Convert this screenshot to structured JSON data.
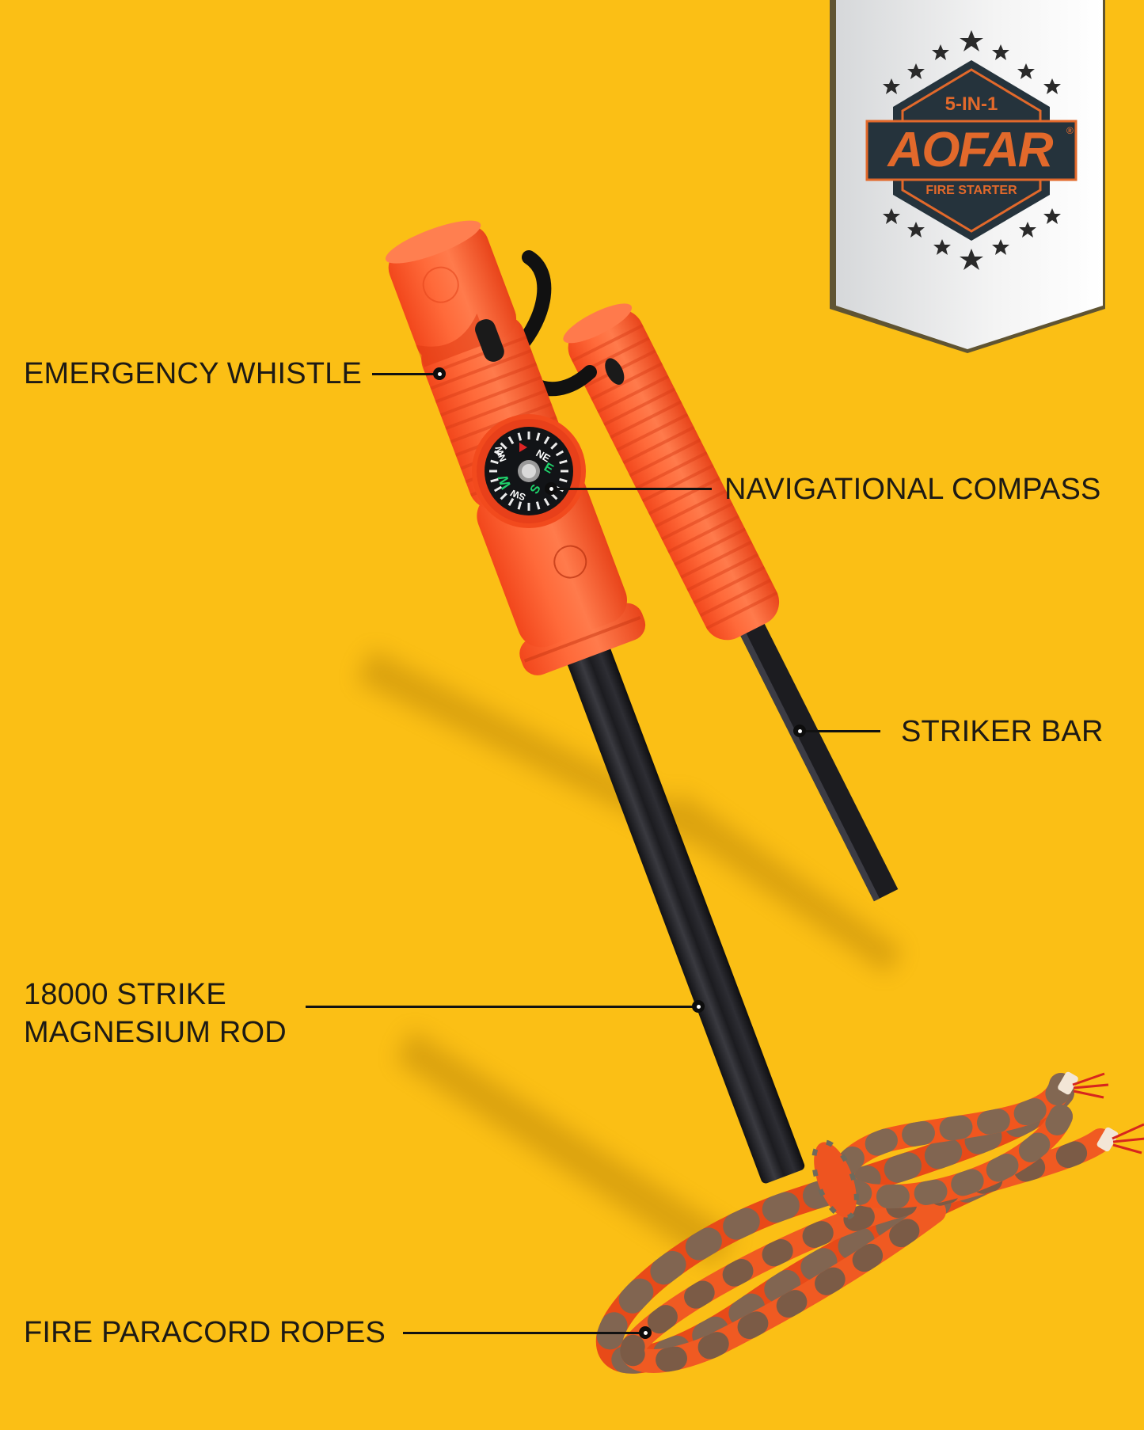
{
  "background_color": "#FBBF15",
  "badge": {
    "top_text": "5-IN-1",
    "brand": "AOFAR",
    "registered_mark": "®",
    "bottom_text": "FIRE STARTER",
    "colors": {
      "dark": "#25333C",
      "orange": "#E2692B",
      "banner_white": "#F7F7F7",
      "banner_grey": "#D6D8DA"
    },
    "star_icon_count": 14
  },
  "product": {
    "name": "5-in-1 fire starter",
    "colors": {
      "body_orange": "#FF5A2A",
      "rod_black": "#1E1E22",
      "rope_orange": "#FF5A1E",
      "rope_grey": "#6E6A5C"
    },
    "compass_marks": [
      "NE",
      "E",
      "S",
      "SW",
      "W",
      "NW"
    ]
  },
  "callouts": [
    {
      "id": "whistle",
      "lines": [
        "EMERGENCY WHISTLE"
      ]
    },
    {
      "id": "compass",
      "lines": [
        "NAVIGATIONAL COMPASS"
      ]
    },
    {
      "id": "striker",
      "lines": [
        "STRIKER BAR"
      ]
    },
    {
      "id": "rod",
      "lines": [
        "18000 STRIKE",
        "MAGNESIUM ROD"
      ]
    },
    {
      "id": "rope",
      "lines": [
        "FIRE PARACORD ROPES"
      ]
    }
  ]
}
